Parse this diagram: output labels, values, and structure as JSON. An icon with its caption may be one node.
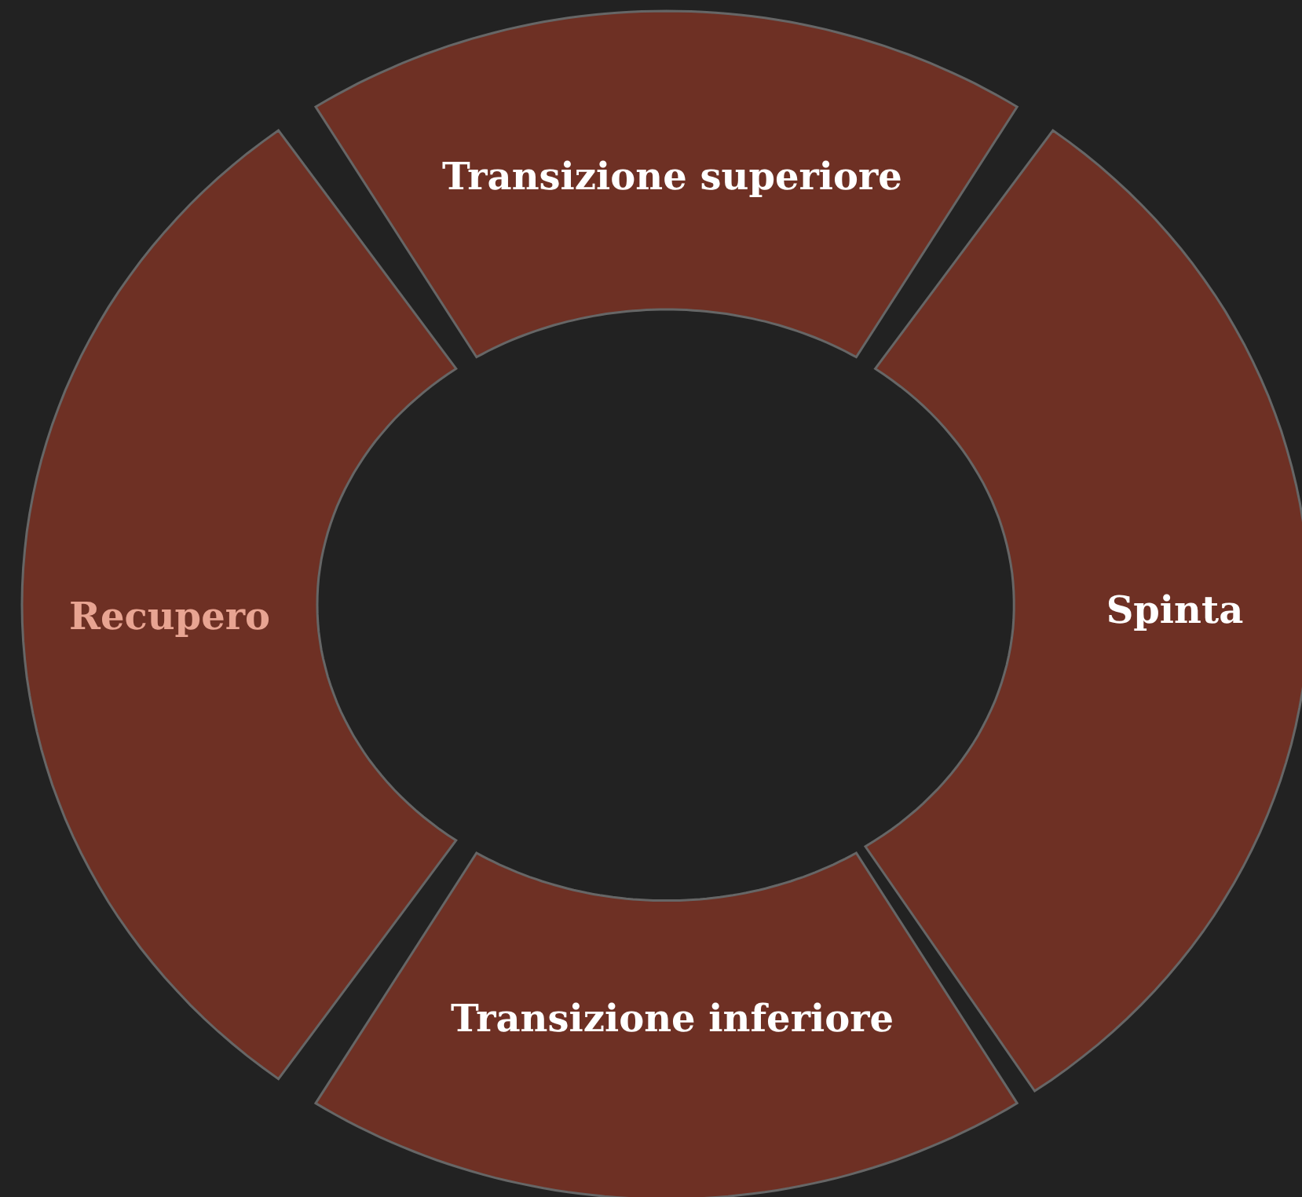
{
  "diagram": {
    "nodes": [
      {
        "text": [
          "Transizione superiore"
        ]
      },
      {
        "text": [
          "Spinta"
        ]
      },
      {
        "text": [
          "Transizione inferiore"
        ]
      },
      {
        "text": [
          "Recupero"
        ]
      }
    ]
  }
}
